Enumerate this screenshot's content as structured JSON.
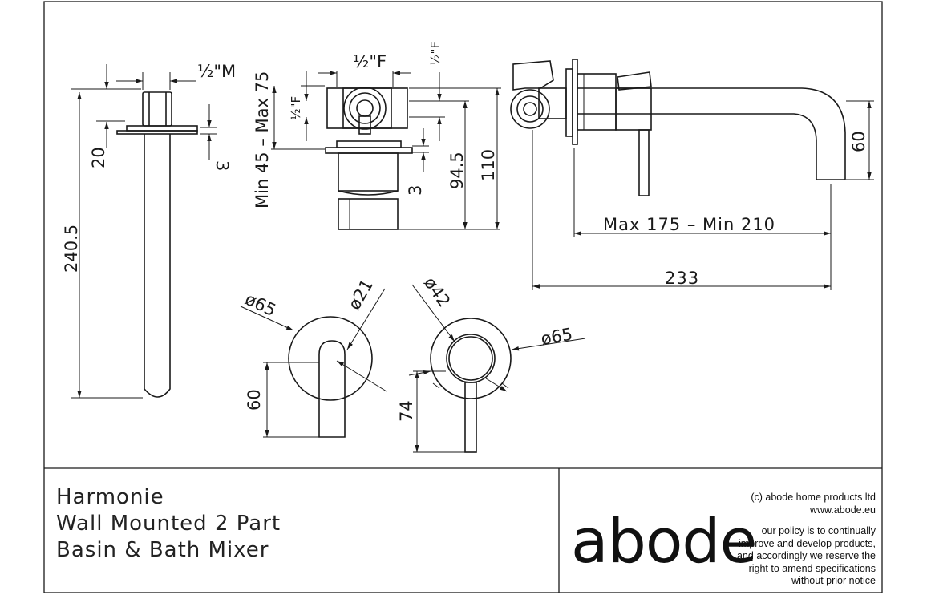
{
  "drawing": {
    "thread_m": "½\"M",
    "thread_f_top": "½\"F",
    "thread_f_left": "½\"F",
    "thread_f_right": "½\"F",
    "dim_20": "20",
    "dim_3_left": "3",
    "dim_240_5": "240.5",
    "dim_min_max": "Min 45 – Max 75",
    "dim_3_mid": "3",
    "dim_94_5": "94.5",
    "dim_110": "110",
    "dim_60_spout": "60",
    "dim_max_min": "Max 175 – Min 210",
    "dim_233": "233",
    "dia_65_left": "ø65",
    "dia_21": "ø21",
    "dim_60_handle": "60",
    "dia_42": "ø42",
    "dia_65_right": "ø65",
    "dim_74": "74"
  },
  "title_block": {
    "line1": "Harmonie",
    "line2": "Wall Mounted 2 Part",
    "line3": "Basin & Bath Mixer",
    "brand": "abode",
    "copyright": "(c) abode home products ltd",
    "website": "www.abode.eu",
    "policy": [
      "our policy is to continually",
      "improve and develop products,",
      "and accordingly we reserve the",
      "right to amend specifications",
      "without prior notice"
    ]
  }
}
